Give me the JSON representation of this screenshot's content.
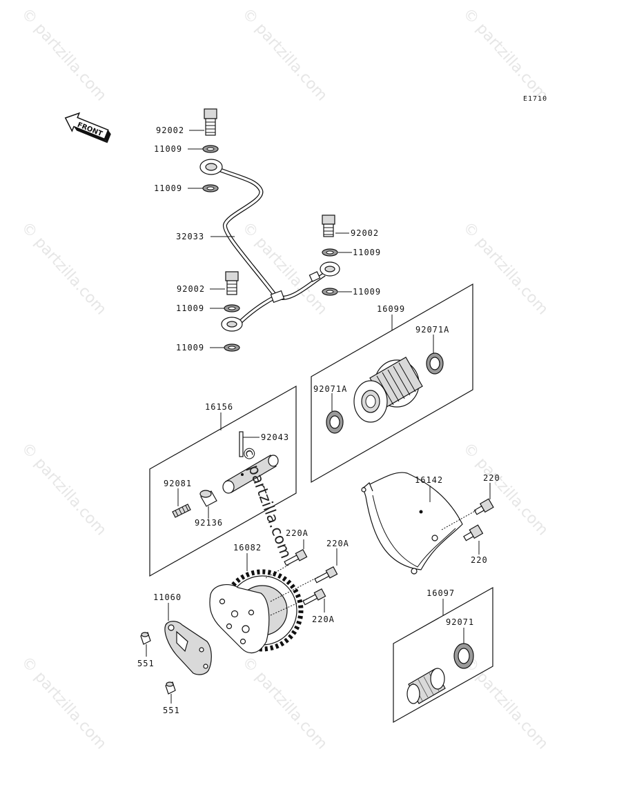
{
  "diagram_code": "E1710",
  "front_arrow": "FRONT",
  "center_watermark": "© partzilla.com",
  "watermark_text": "© partzilla.com",
  "labels": {
    "bolt_top": "92002",
    "washer_a": "11009",
    "washer_b": "11009",
    "pipe": "32033",
    "bolt_right": "92002",
    "washer_c": "11009",
    "washer_d": "11009",
    "bolt_left": "92002",
    "washer_e": "11009",
    "washer_f": "11009",
    "filter_kit": "16099",
    "oring_a1": "92071A",
    "oring_a2": "92071A",
    "shaft_kit": "16156",
    "pin": "92043",
    "spring": "92081",
    "collar": "92136",
    "cover": "16142",
    "bolt_220_top": "220",
    "bolt_220_bottom": "220",
    "bolt_220a_1": "220A",
    "bolt_220a_2": "220A",
    "bolt_220a_3": "220A",
    "pump": "16082",
    "plate": "11060",
    "dowel_1": "551",
    "dowel_2": "551",
    "strainer_kit": "16097",
    "oring_strainer": "92071"
  }
}
